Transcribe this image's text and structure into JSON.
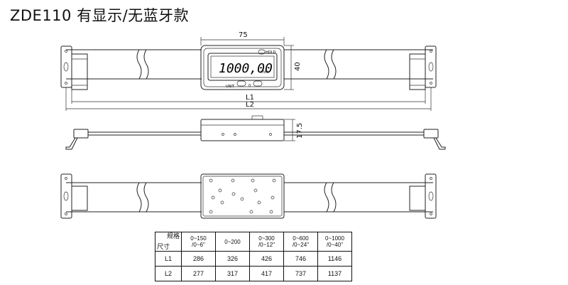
{
  "title": "ZDE110   有显示/无蓝牙款",
  "dims": {
    "width_75": "75",
    "height_40": "40",
    "L1": "L1",
    "L2": "L2",
    "depth": "17.5"
  },
  "display": {
    "reading": "1000,00",
    "unit": "mm",
    "hold": "HOLD",
    "unit_btn": "UNIT",
    "zero_btn": "0"
  },
  "table": {
    "corner_top": "规格",
    "corner_bottom": "尺寸",
    "headers": [
      [
        "0~150",
        "/0~6\""
      ],
      [
        "0~200",
        ""
      ],
      [
        "0~300",
        "/0~12\""
      ],
      [
        "0~600",
        "/0~24\""
      ],
      [
        "0~1000",
        "/0~40\""
      ]
    ],
    "rows": [
      {
        "label": "L1",
        "values": [
          "286",
          "326",
          "426",
          "746",
          "1146"
        ]
      },
      {
        "label": "L2",
        "values": [
          "277",
          "317",
          "417",
          "737",
          "1137"
        ]
      }
    ]
  }
}
